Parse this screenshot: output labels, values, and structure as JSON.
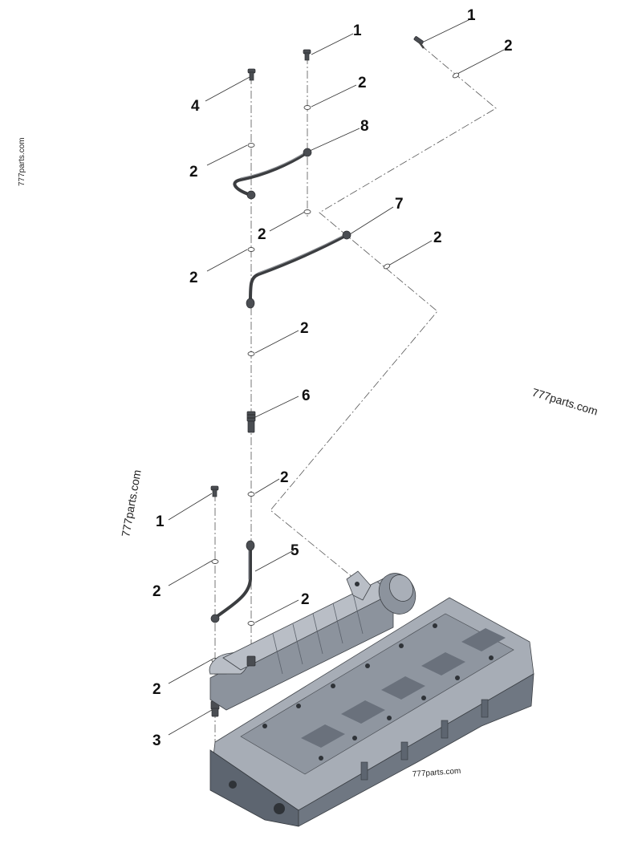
{
  "callouts": {
    "c1a": "1",
    "c2a": "2",
    "c1b": "1",
    "c2b": "2",
    "c4": "4",
    "c8": "8",
    "c2c": "2",
    "c2d": "2",
    "c7": "7",
    "c2e": "2",
    "c2f": "2",
    "c2g": "2",
    "c6": "6",
    "c2h": "2",
    "c1c": "1",
    "c5": "5",
    "c2i": "2",
    "c2j": "2",
    "c2k": "2",
    "c3": "3"
  },
  "watermarks": {
    "left_vertical": "777parts.com",
    "right": "777parts.com",
    "mid_vertical": "777parts.com",
    "bottom": "777parts.com"
  },
  "colors": {
    "part_gray": "#6f7782",
    "tube_dark": "#3b3d40",
    "line": "#333333"
  }
}
